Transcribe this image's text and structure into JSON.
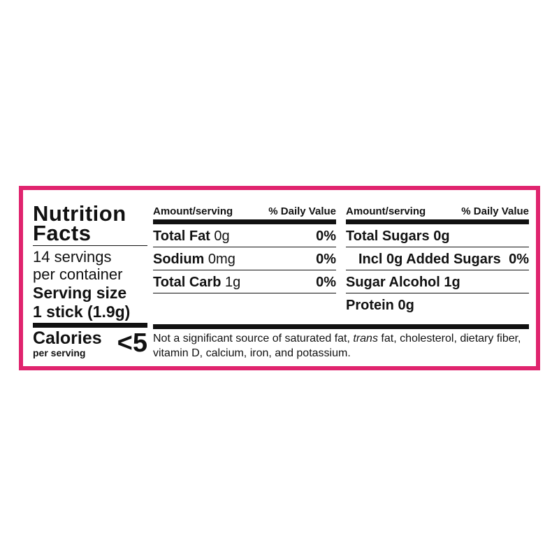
{
  "colors": {
    "border": "#e0246e",
    "ink": "#111111"
  },
  "facts": {
    "title_line1": "Nutrition",
    "title_line2": "Facts",
    "servings_line1": "14 servings",
    "servings_line2": "per container",
    "serving_size_label": "Serving size",
    "serving_size_value": "1 stick (1.9g)",
    "calories_label": "Calories",
    "calories_sub": "per serving",
    "calories_value": "<5"
  },
  "table_left": {
    "header_amount": "Amount/serving",
    "header_dv": "% Daily Value",
    "rows": [
      {
        "name": "Total Fat",
        "amount": "0g",
        "dv": "0%"
      },
      {
        "name": "Sodium",
        "amount": "0mg",
        "dv": "0%"
      },
      {
        "name": "Total Carb",
        "amount": "1g",
        "dv": "0%"
      }
    ]
  },
  "table_right": {
    "header_amount": "Amount/serving",
    "header_dv": "% Daily Value",
    "rows": [
      {
        "name": "Total Sugars 0g",
        "dv": ""
      },
      {
        "name": "Incl 0g Added Sugars",
        "dv": "0%"
      },
      {
        "name": "Sugar Alcohol 1g",
        "dv": ""
      },
      {
        "name": "Protein",
        "amount": "0g"
      }
    ]
  },
  "footnote": {
    "part1": "Not a significant source of saturated fat, ",
    "italic": "trans",
    "part2": " fat, cholesterol, dietary fiber, vitamin D, calcium, iron, and potassium."
  }
}
